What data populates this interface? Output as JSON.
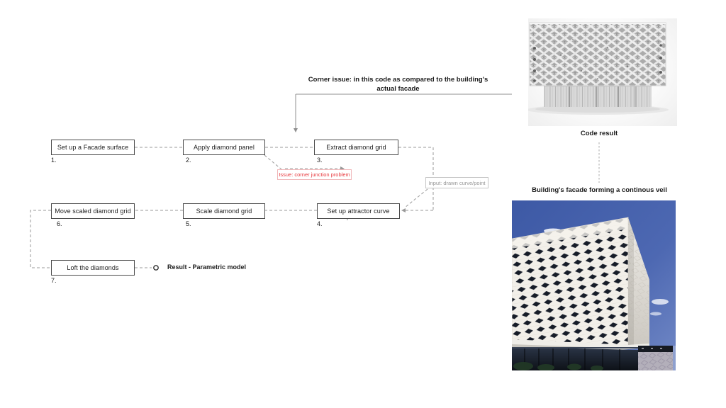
{
  "diagram": {
    "steps": [
      {
        "num": "1.",
        "label": "Set up a Facade surface"
      },
      {
        "num": "2.",
        "label": "Apply diamond panel"
      },
      {
        "num": "3.",
        "label": "Extract diamond grid"
      },
      {
        "num": "4.",
        "label": "Set up attractor curve"
      },
      {
        "num": "5.",
        "label": "Scale diamond grid"
      },
      {
        "num": "6.",
        "label": "Move scaled diamond grid"
      },
      {
        "num": "7.",
        "label": "Loft the diamonds"
      }
    ],
    "issue_label": "Issue: corner junction problem",
    "input_label": "Input: drawn curve/point",
    "result_label": "Result - Parametric model",
    "corner_note_line1": "Corner issue: in this code as compared to the building's",
    "corner_note_line2": "actual facade"
  },
  "images": {
    "code_result_caption": "Code result",
    "photo_caption": "Building's facade forming a continous veil"
  },
  "colors": {
    "issue_red": "#e8383d",
    "line_gray": "#9a9a9a",
    "box_border": "#4a4a4a",
    "sky_blue": "#4a64ad"
  }
}
